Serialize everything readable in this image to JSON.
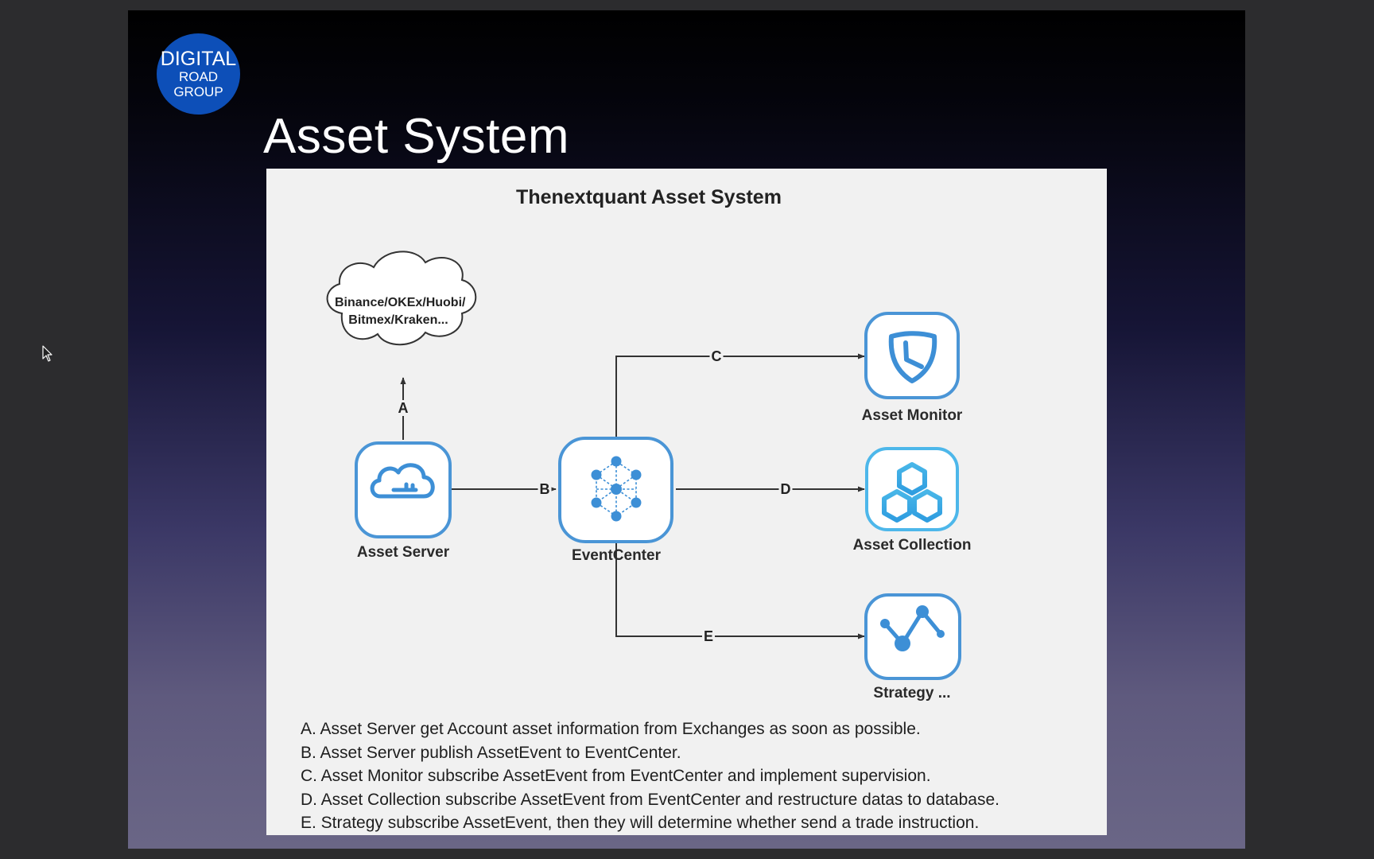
{
  "logo": {
    "line1": "DIGITAL",
    "line2": "ROAD",
    "line3": "GROUP"
  },
  "slide": {
    "title": "Asset System"
  },
  "diagram": {
    "title": "Thenextquant Asset System",
    "cloud": {
      "line1": "Binance/OKEx/Huobi/",
      "line2": "Bitmex/Kraken..."
    },
    "nodes": {
      "asset_server": "Asset Server",
      "event_center": "EventCenter",
      "asset_monitor": "Asset Monitor",
      "asset_collection": "Asset Collection",
      "strategy": "Strategy ..."
    },
    "edges": {
      "a": "A",
      "b": "B",
      "c": "C",
      "d": "D",
      "e": "E"
    },
    "accent_color": "#3d8fd6",
    "notes": [
      "A. Asset Server get Account asset information from Exchanges as soon as possible.",
      "B. Asset Server publish AssetEvent to EventCenter.",
      "C. Asset Monitor subscribe AssetEvent from EventCenter and implement supervision.",
      "D. Asset Collection subscribe AssetEvent from EventCenter and restructure datas to database.",
      "E. Strategy subscribe AssetEvent, then they will determine whether send a trade instruction."
    ]
  }
}
